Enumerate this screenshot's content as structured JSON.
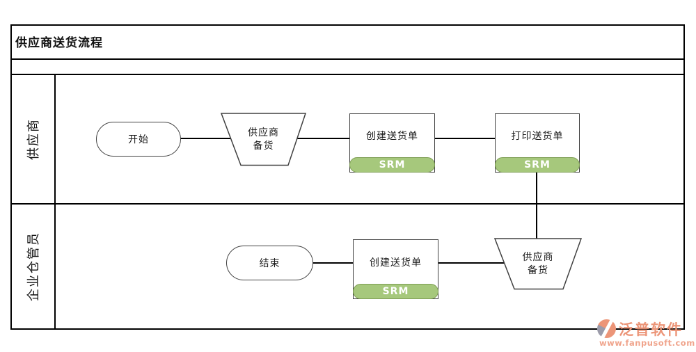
{
  "title": "供应商送货流程",
  "lanes": [
    {
      "label": "供应商"
    },
    {
      "label": "企业仓管员"
    }
  ],
  "nodes": {
    "start": {
      "label": "开始"
    },
    "supplier_prep_1": {
      "line1": "供应商",
      "line2": "备货"
    },
    "create_delivery_note_1": {
      "label": "创建送货单",
      "badge": "SRM"
    },
    "print_delivery_note": {
      "label": "打印送货单",
      "badge": "SRM"
    },
    "end": {
      "label": "结束"
    },
    "create_delivery_note_2": {
      "label": "创建送货单",
      "badge": "SRM"
    },
    "supplier_prep_2": {
      "line1": "供应商",
      "line2": "备货"
    }
  },
  "watermark": {
    "brand": "泛普软件",
    "url": "www.fanpusoft.com"
  },
  "colors": {
    "srm_fill": "#A6C87C",
    "srm_border": "#7E9E54",
    "watermark_text": "#EC9578",
    "watermark_url": "#F0A48C"
  }
}
